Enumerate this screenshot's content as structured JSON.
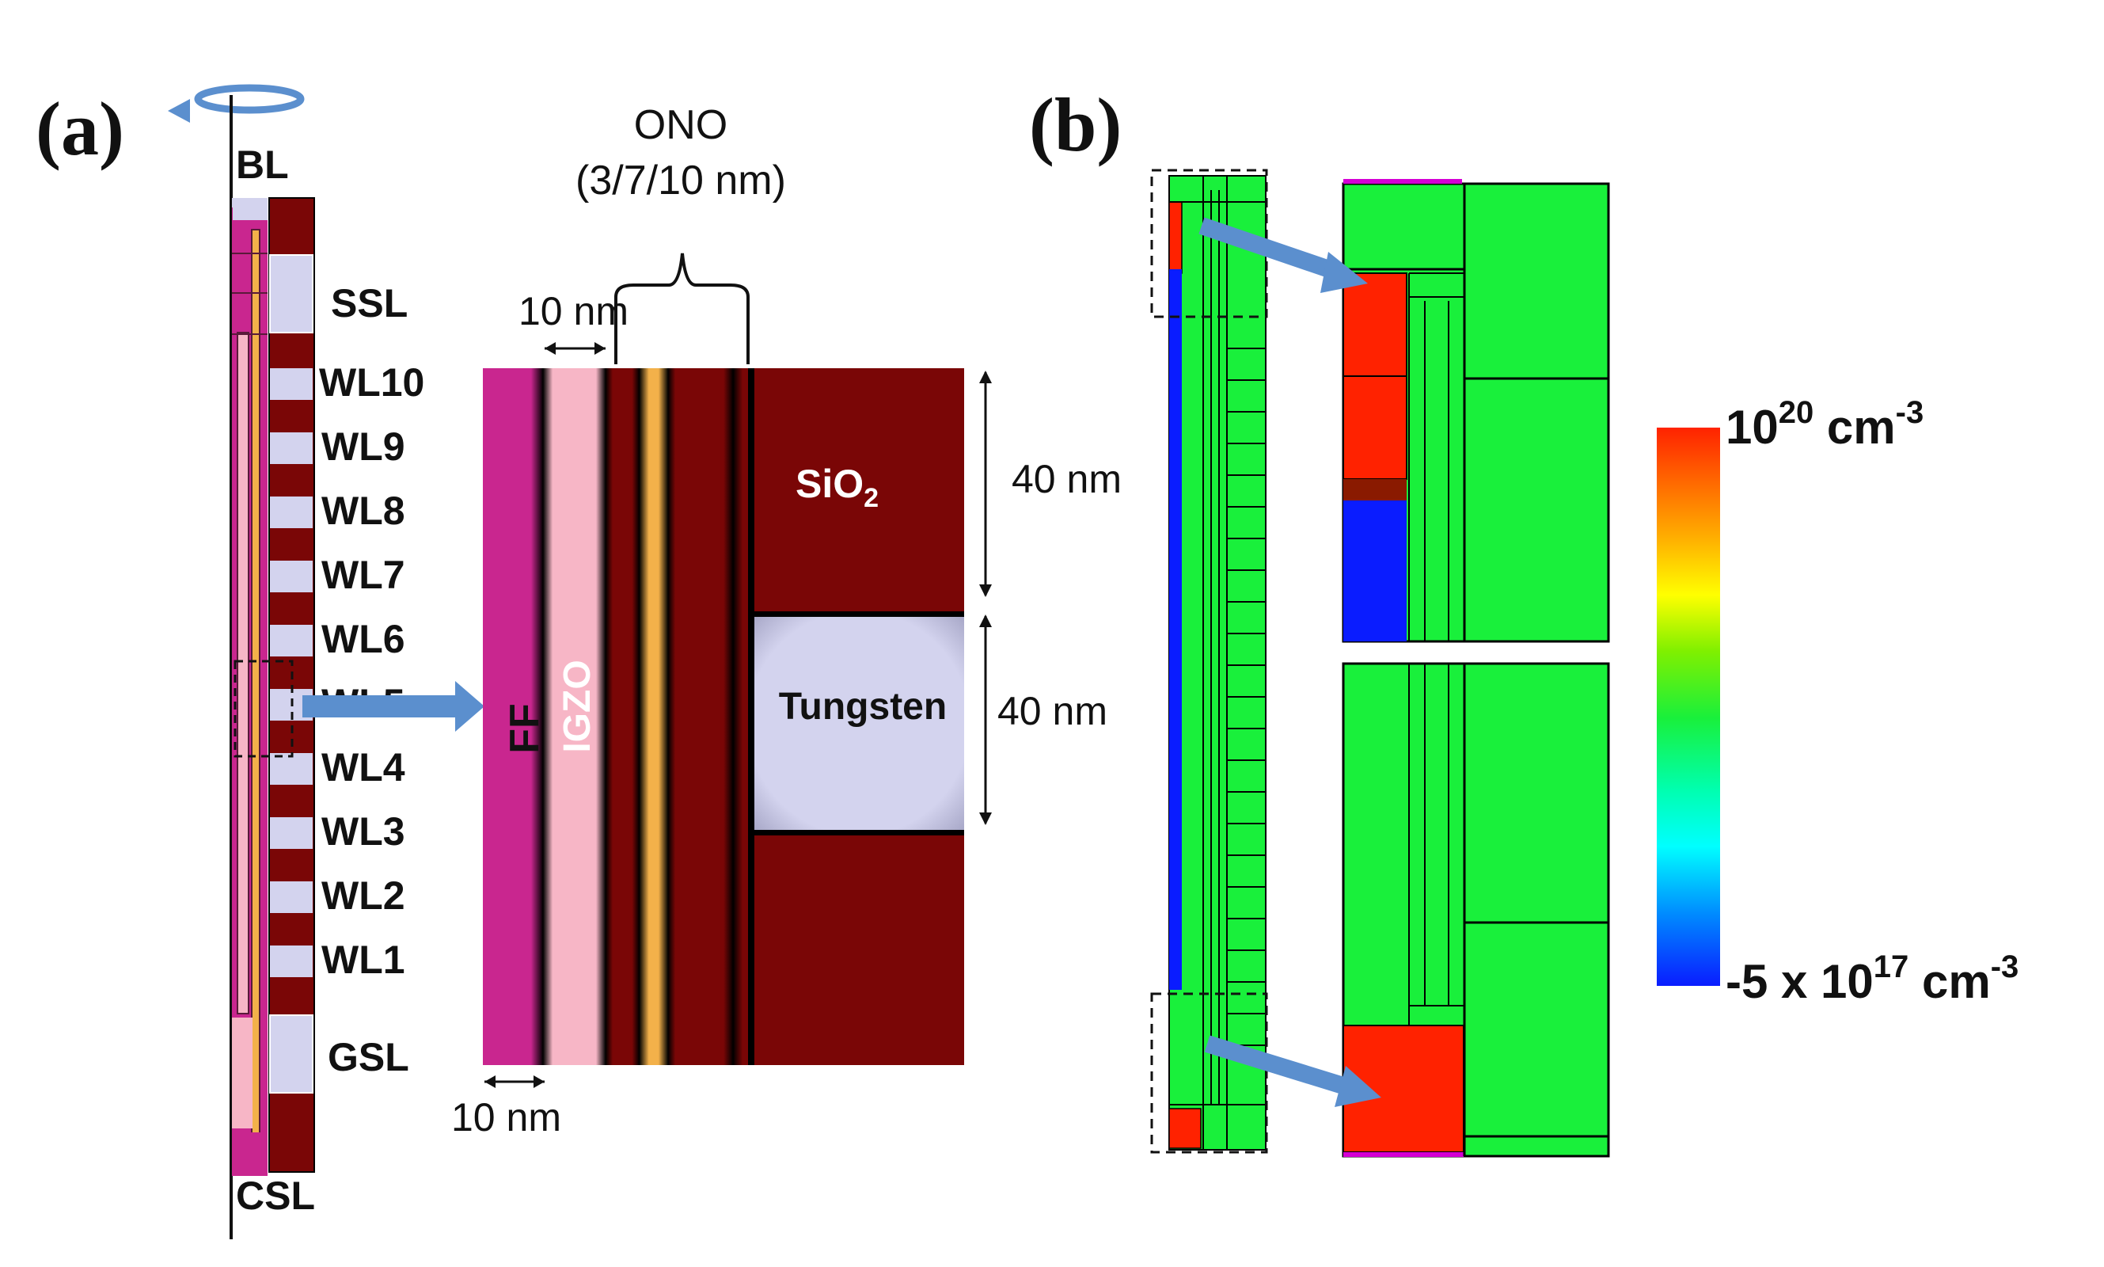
{
  "panel_a": {
    "label": "(a)",
    "string_labels": {
      "top": "BL",
      "ssl": "SSL",
      "word_lines": [
        "WL10",
        "WL9",
        "WL8",
        "WL7",
        "WL6",
        "WL5",
        "WL4",
        "WL3",
        "WL2",
        "WL1"
      ],
      "gsl": "GSL",
      "bottom": "CSL"
    },
    "zoom": {
      "ono_title": "ONO",
      "ono_thickness": "(3/7/10 nm)",
      "dim_top": "10 nm",
      "dim_bottom": "10 nm",
      "dim_right_top": "40 nm",
      "dim_right_bottom": "40 nm",
      "layer_ff": "FF",
      "layer_igzo": "IGZO",
      "oxide_main": "SiO",
      "oxide_sub": "2",
      "gate": "Tungsten"
    }
  },
  "panel_b": {
    "label": "(b)",
    "colorbar": {
      "max_base": "10",
      "max_exp": "20",
      "max_unit": " cm",
      "max_unit_exp": "-3",
      "min_base": "-5 x 10",
      "min_exp": "17",
      "min_unit": " cm",
      "min_unit_exp": "-3"
    }
  },
  "colors": {
    "oxide": "#7a0606",
    "ferroelectric": "#c9268f",
    "igzo": "#f7b6c6",
    "trap_layer": "#f3b14a",
    "tungsten": "#d3d3ee",
    "arrow": "#5b8fce",
    "doping_green": "#19f03b",
    "doping_red": "#ff2200",
    "doping_blue": "#0a1cff"
  }
}
